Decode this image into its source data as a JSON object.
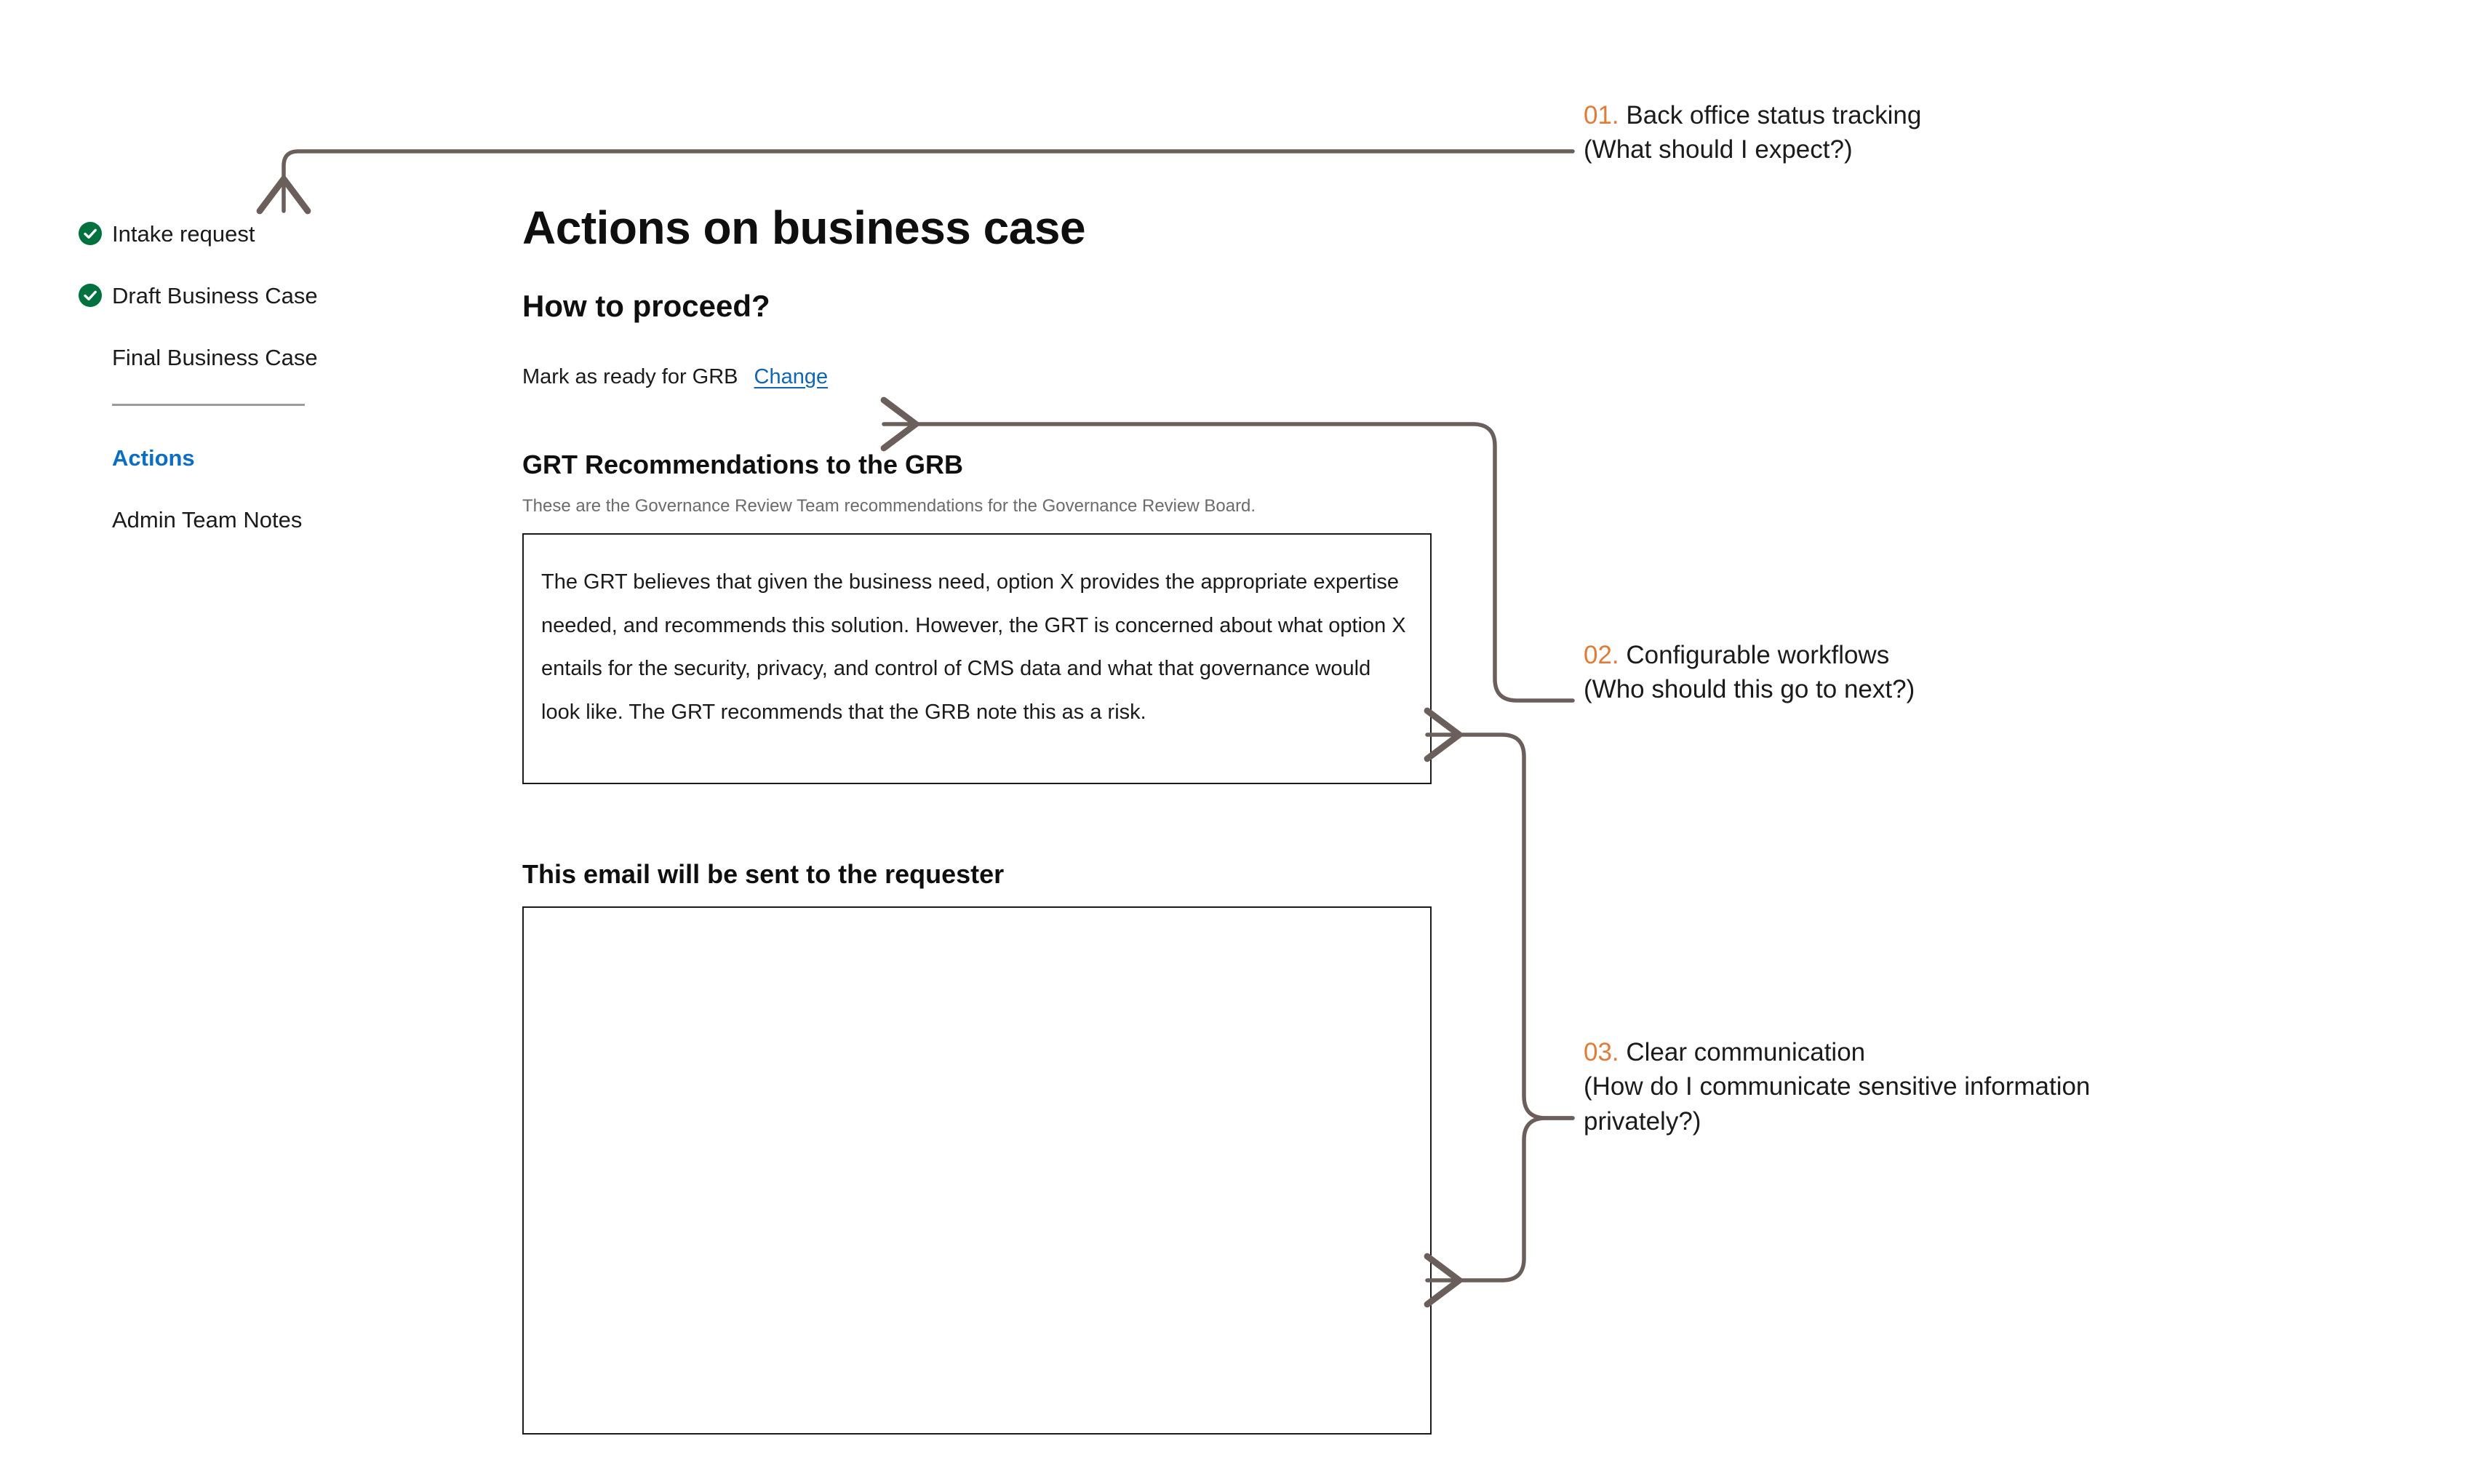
{
  "sidebar": {
    "items": [
      {
        "label": "Intake request",
        "state": "complete",
        "icon": "check-circle-icon"
      },
      {
        "label": "Draft Business Case",
        "state": "complete",
        "icon": "check-circle-icon"
      },
      {
        "label": "Final Business Case",
        "state": "todo",
        "icon": "none"
      },
      {
        "label": "Actions",
        "state": "active",
        "icon": "none"
      },
      {
        "label": "Admin Team Notes",
        "state": "todo",
        "icon": "none"
      }
    ]
  },
  "main": {
    "page_title": "Actions on business case",
    "subhead": "How to proceed?",
    "status_text": "Mark as ready for GRB",
    "change_link": "Change",
    "grt": {
      "section_title": "GRT Recommendations to the GRB",
      "help_text": "These are the Governance Review Team recommendations  for the Governance Review Board.",
      "body": "The GRT believes that given the business need, option X provides the appropriate expertise needed, and recommends this solution. However, the GRT is concerned about what option X entails for the security, privacy, and control of CMS data and what that governance would look like.  The GRT recommends that the GRB note this as a risk."
    },
    "email": {
      "title": "This email will be sent to the requester",
      "value": ""
    }
  },
  "annotations": [
    {
      "number": "01.",
      "title": " Back office status tracking",
      "question": "(What should I expect?)"
    },
    {
      "number": "02.",
      "title": " Configurable workflows",
      "question": "(Who should this go to next?)"
    },
    {
      "number": "03.",
      "title": " Clear communication",
      "question_line_1": "(How do I communicate sensitive information",
      "question_line_2": "privately?)"
    }
  ],
  "colors": {
    "accent_orange": "#e07c38",
    "link_blue": "#1066b5",
    "active_blue": "#0c6ec2",
    "check_green": "#00713f",
    "connector_gray": "#6b5f5c",
    "divider_gray": "#9b9b9b",
    "help_gray": "#6b6b6b"
  }
}
